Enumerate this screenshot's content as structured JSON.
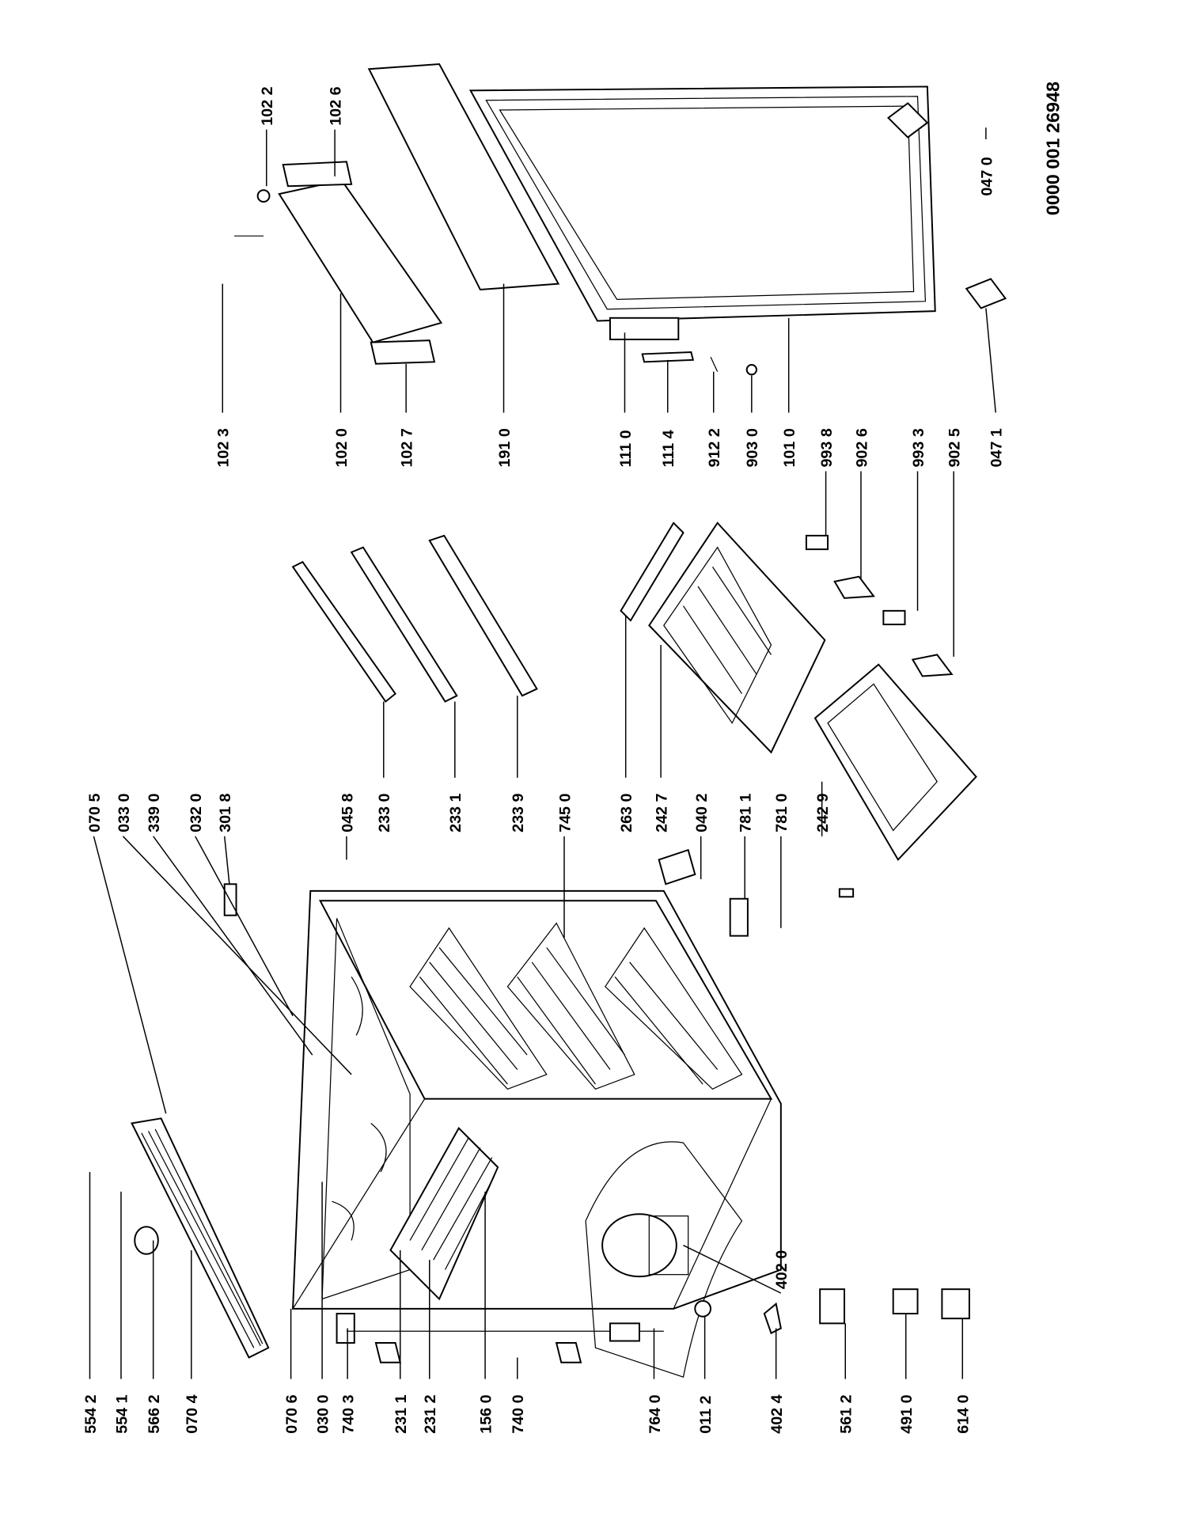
{
  "document_code": "0000 001 26948",
  "labels": {
    "p5542": "554 2",
    "p5541": "554 1",
    "p5662": "566 2",
    "p0704": "070 4",
    "p0706": "070 6",
    "p0300": "030 0",
    "p7403": "740 3",
    "p2311": "231 1",
    "p2312": "231 2",
    "p1560": "156 0",
    "p7400": "740 0",
    "p7640": "764 0",
    "p0112": "011 2",
    "p4024": "402 4",
    "p5612": "561 2",
    "p4910": "491 0",
    "p6140": "614 0",
    "p4020": "402 0",
    "p0705": "070 5",
    "p0330": "033 0",
    "p3390": "339 0",
    "p0320": "032 0",
    "p3018": "301 8",
    "p0458": "045 8",
    "p2330": "233 0",
    "p2331": "233 1",
    "p2339": "233 9",
    "p7450": "745 0",
    "p2630": "263 0",
    "p2427": "242 7",
    "p0402": "040 2",
    "p7811": "781 1",
    "p7810": "781 0",
    "p2429": "242 9",
    "p1023": "102 3",
    "p1020": "102 0",
    "p1027": "102 7",
    "p1910": "191 0",
    "p1110": "111 0",
    "p1114": "111 4",
    "p9122": "912 2",
    "p9030": "903 0",
    "p1010": "101 0",
    "p9938": "993 8",
    "p9026": "902 6",
    "p9933": "993 3",
    "p9025": "902 5",
    "p0471": "047 1",
    "p1022": "102 2",
    "p1026": "102 6",
    "p0470": "047 0"
  }
}
